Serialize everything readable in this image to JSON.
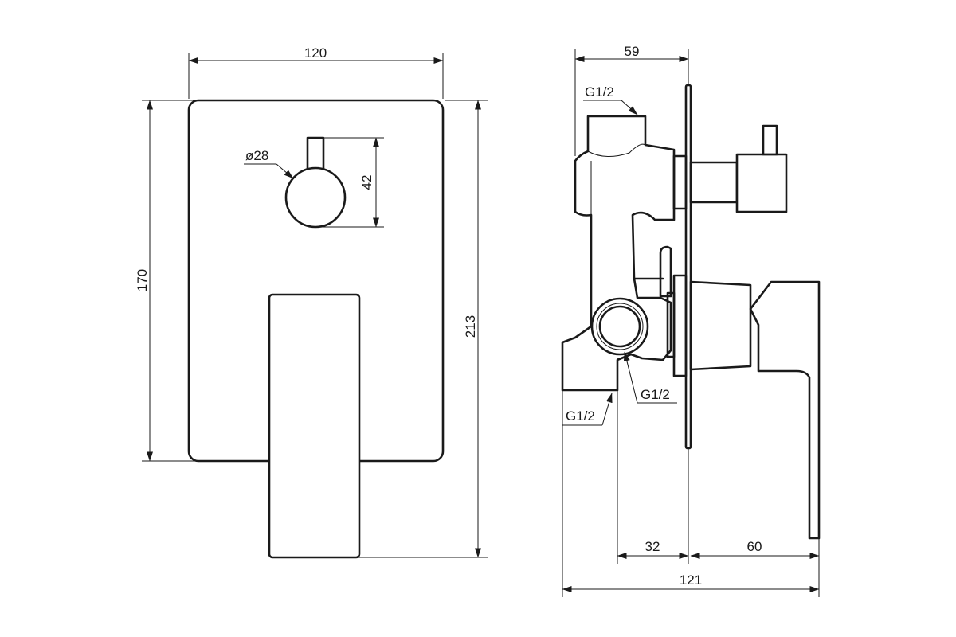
{
  "front_view": {
    "width_label": "120",
    "height_label": "170",
    "overall_height_label": "213",
    "knob_diameter_label": "ø28",
    "knob_offset_label": "42"
  },
  "side_view": {
    "depth_label": "59",
    "thread_top_label": "G1/2",
    "thread_bottom_left_label": "G1/2",
    "thread_bottom_right_label": "G1/2",
    "offset_label": "32",
    "handle_projection_label": "60",
    "overall_depth_label": "121"
  },
  "colors": {
    "line": "#1a1a1a",
    "background": "#ffffff"
  }
}
